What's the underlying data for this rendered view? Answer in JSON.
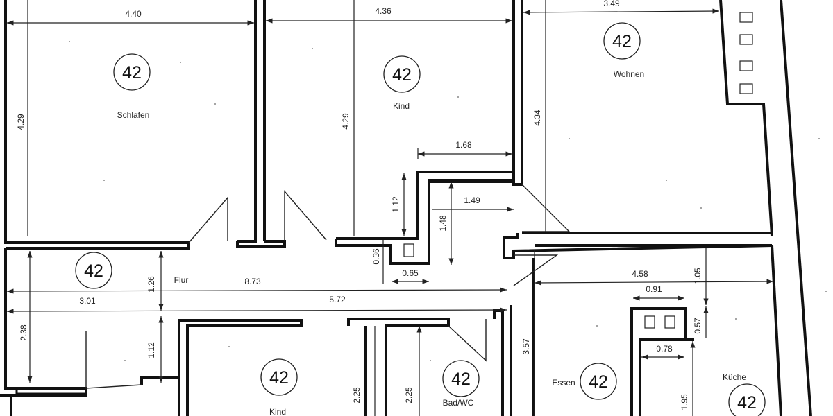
{
  "plan": {
    "type": "floor-plan",
    "rooms": [
      {
        "id": "schlafen",
        "name": "Schlafen",
        "number": "42"
      },
      {
        "id": "kind-1",
        "name": "Kind",
        "number": "42"
      },
      {
        "id": "wohnen",
        "name": "Wohnen",
        "number": "42"
      },
      {
        "id": "flur",
        "name": "Flur",
        "number": "42"
      },
      {
        "id": "kind-2",
        "name": "Kind",
        "number": "42"
      },
      {
        "id": "bad-wc",
        "name": "Bad/WC",
        "number": "42"
      },
      {
        "id": "essen",
        "name": "Essen",
        "number": "42"
      },
      {
        "id": "kueche",
        "name": "Küche",
        "number": "42"
      }
    ],
    "dimensions": {
      "schlafen_width": "4.40",
      "schlafen_depth": "4.29",
      "kind1_width": "4.36",
      "kind1_depth": "4.29",
      "wohnen_width": "3.49",
      "wohnen_depth": "4.34",
      "niche_width": "1.68",
      "niche_depth": "1.12",
      "hall_nook_width": "1.49",
      "hall_nook_depth": "1.48",
      "shaft_depth": "0.36",
      "shaft_width": "0.65",
      "flur_length": "8.73",
      "flur_depth_upper": "1.26",
      "flur_west_width": "3.01",
      "flur_lower_length": "5.72",
      "flur_depth_lower": "1.12",
      "flur_west_depth": "2.38",
      "kind2_wall_a": "2.25",
      "kind2_wall_b": "2.25",
      "essen_depth": "3.57",
      "essen_kueche_width": "4.58",
      "chimney_width": "0.91",
      "kueche_offset": "1.05",
      "chimney_depth": "0.57",
      "pantry_width": "0.78",
      "pantry_depth": "1.95"
    }
  }
}
